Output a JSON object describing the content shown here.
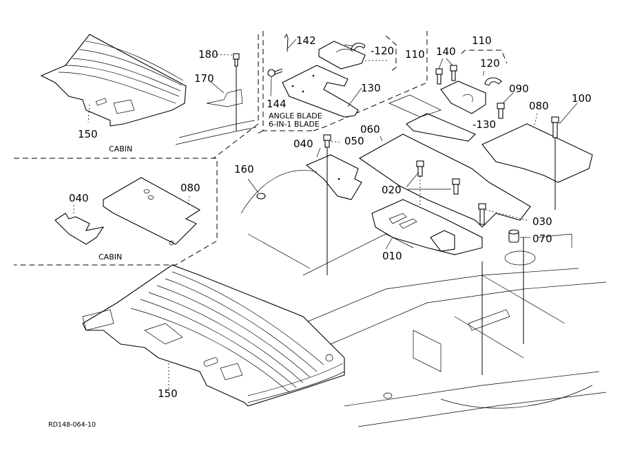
{
  "diagram": {
    "drawing_number": "RD148-064-10",
    "callouts": {
      "p180": "180",
      "p170": "170",
      "p150_top": "150",
      "p142": "142",
      "p144": "144",
      "p120_left": "-120",
      "p110_left": "110",
      "p130_left": "130",
      "p140": "140",
      "p110_right": "110",
      "p120_right": "120",
      "p090": "090",
      "p080_main": "080",
      "p100": "100",
      "p130_right": "-130",
      "p060": "060",
      "p040_main": "040",
      "p050": "050",
      "p160": "160",
      "p020": "020",
      "p030": "030",
      "p070": "070",
      "p010": "010",
      "p040_cabin": "040",
      "p080_cabin": "080",
      "p150_bottom": "150"
    },
    "notes": {
      "cabin_top": "CABIN",
      "cabin_bottom": "CABIN",
      "blade_line1": "ANGLE BLADE",
      "blade_line2": "6-IN-1 BLADE"
    }
  }
}
